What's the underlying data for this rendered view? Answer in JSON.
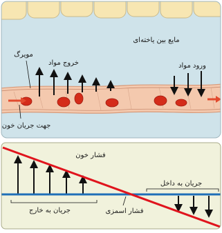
{
  "top_panel": {
    "interstitial_fluid": "مایع بین یاخته‌ای",
    "capillary": "مویرگ",
    "outflow": "خروج مواد",
    "inflow": "ورود مواد",
    "blood_flow_direction": "جهت جریان خون"
  },
  "bottom_panel": {
    "blood_pressure": "فشار خون",
    "osmotic_pressure": "فشار اسمزی",
    "inward_flow": "جریان به داخل",
    "outward_flow": "جریان به خارج"
  },
  "colors": {
    "fluid": "#cfe3ea",
    "cells": "#f7e6b2",
    "vessel": "#f4c9ae",
    "rbc": "#d42c1a",
    "pressure_line": "#e0141d",
    "osmotic_line": "#1f6fb8",
    "bottom_bg": "#f1f2dc"
  }
}
